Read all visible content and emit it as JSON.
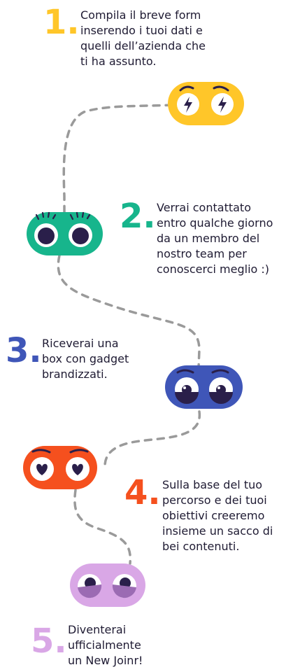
{
  "steps": [
    {
      "number": "1.",
      "text": "Compila il breve form\ninserendo i tuoi dati e\nquelli dell’azienda che\nti ha assunto."
    },
    {
      "number": "2.",
      "text": "Verrai contattato\nentro qualche giorno\nda un membro del\nnostro team per\nconoscerci meglio :)"
    },
    {
      "number": "3.",
      "text": "Riceverai una\nbox con gadget\nbrandizzati."
    },
    {
      "number": "4.",
      "text": "Sulla base del tuo\npercorso e dei tuoi\nobiettivi creeremo\ninsieme un sacco di\nbei contenuti."
    },
    {
      "number": "5.",
      "text": "Diventerai\nufficialmente\nun New Joinr!"
    }
  ],
  "colors": {
    "step1": "#FFC629",
    "step2": "#17B58C",
    "step3": "#3F56B8",
    "step4": "#F5501E",
    "step5": "#D9A7E6",
    "ink": "#2A1F4A",
    "path": "#9A9A9A"
  },
  "mascots": [
    {
      "color_key": "step1",
      "eyes": "lightning-eyes-icon"
    },
    {
      "color_key": "step2",
      "eyes": "lash-eyes-icon"
    },
    {
      "color_key": "step3",
      "eyes": "sleepy-eyes-icon"
    },
    {
      "color_key": "step4",
      "eyes": "heart-eyes-icon"
    },
    {
      "color_key": "step5",
      "eyes": "half-closed-eyes-icon"
    }
  ]
}
